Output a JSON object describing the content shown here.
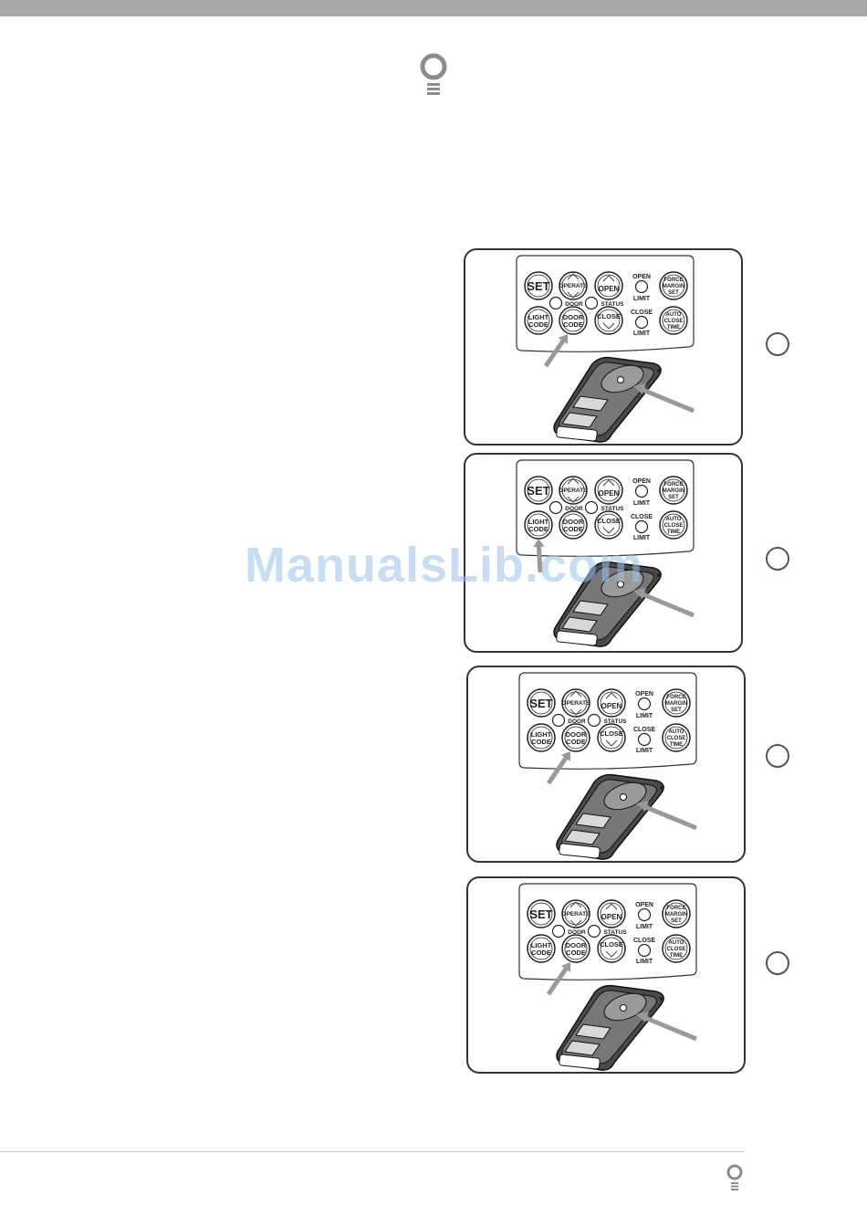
{
  "watermark": "ManualsLib.com",
  "keypad": {
    "set": "SET",
    "operate": "OPERATE",
    "open": "OPEN",
    "open_limit_top": "OPEN",
    "open_limit_bottom": "LIMIT",
    "force_1": "FORCE",
    "force_2": "MARGIN",
    "force_3": "SET",
    "door_led": "DOOR",
    "status_led": "STATUS",
    "light_1": "LIGHT",
    "light_2": "CODE",
    "door_1": "DOOR",
    "door_2": "CODE",
    "close": "CLOSE",
    "close_limit_top": "CLOSE",
    "close_limit_bottom": "LIMIT",
    "auto_1": "AUTO",
    "auto_2": "CLOSE",
    "auto_3": "TIME"
  },
  "steps": [
    {
      "pressed_key": "door-code"
    },
    {
      "pressed_key": "light-code"
    },
    {
      "pressed_key": "door-code"
    },
    {
      "pressed_key": "door-code"
    }
  ],
  "icons": {
    "header": "lightbulb-icon",
    "footer": "lightbulb-icon",
    "step_marker": "empty-circle"
  }
}
